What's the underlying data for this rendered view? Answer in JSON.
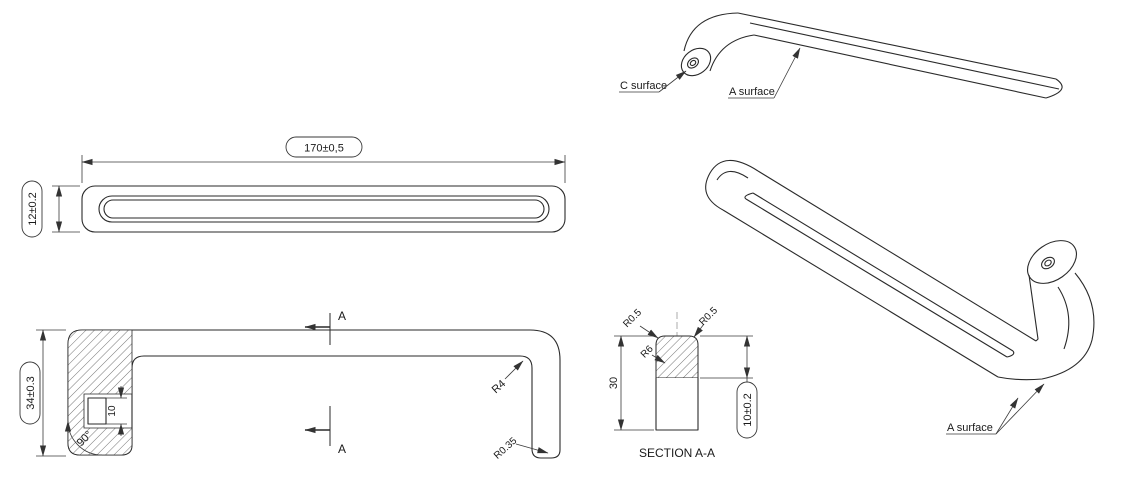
{
  "page": {
    "background": "#ffffff",
    "line_color": "#2a2a2a"
  },
  "top_view": {
    "length_dim": "170±0,5",
    "width_dim": "12±0.2"
  },
  "front_view": {
    "height_dim": "34±0.3",
    "hole_depth_dim": "10",
    "angle_dim": "90°",
    "inner_radius": "R4",
    "outer_radius": "R0.35",
    "section_marker_top": "A",
    "section_marker_bottom": "A"
  },
  "section_view": {
    "caption": "SECTION A-A",
    "corner_radius_left": "R0.5",
    "corner_radius_right": "R0.5",
    "inner_radius": "R6",
    "height_dim": "30",
    "thickness_dim": "10±0.2"
  },
  "iso_top_view": {
    "c_surface_label": "C surface",
    "a_surface_label": "A surface"
  },
  "iso_bottom_view": {
    "a_surface_label": "A surface"
  }
}
